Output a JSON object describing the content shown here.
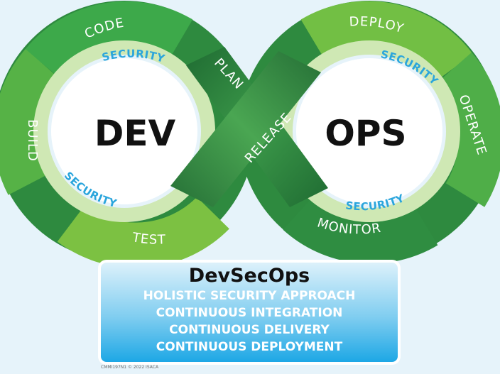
{
  "diagram": {
    "left_center_label": "DEV",
    "right_center_label": "OPS",
    "left_stages": [
      "CODE",
      "BUILD",
      "TEST"
    ],
    "right_stages": [
      "DEPLOY",
      "OPERATE",
      "MONITOR"
    ],
    "crossing_labels": [
      "PLAN",
      "RELEASE"
    ],
    "security_label": "SECURITY"
  },
  "panel": {
    "title": "DevSecOps",
    "lines": [
      "HOLISTIC SECURITY APPROACH",
      "CONTINUOUS INTEGRATION",
      "CONTINUOUS DELIVERY",
      "CONTINUOUS DEPLOYMENT"
    ]
  },
  "credit": "CMMI197N1 © 2022 ISACA",
  "colors": {
    "background": "#e6f3fa",
    "dark_green": "#2d7a3e",
    "mid_green": "#3fa548",
    "light_green": "#72bf44",
    "pale_band": "#cfe8b4",
    "security_blue": "#2aa5dc",
    "panel_top": "#dcf1fb",
    "panel_bottom": "#1da8e6"
  }
}
